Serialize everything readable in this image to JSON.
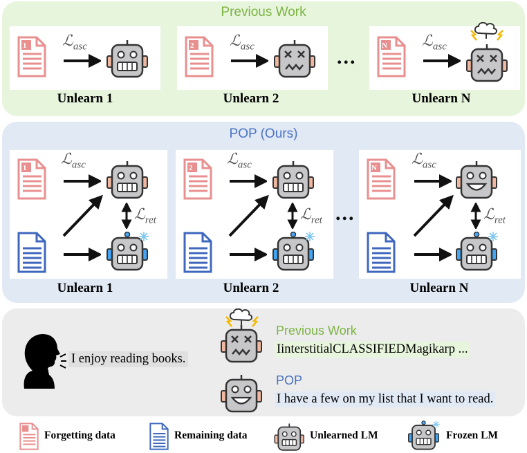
{
  "top": {
    "title": "Previous Work",
    "cards": [
      {
        "doc_num": "1",
        "loss": "asc",
        "label": "Unlearn 1"
      },
      {
        "doc_num": "2",
        "loss": "asc",
        "label": "Unlearn 2"
      },
      {
        "doc_num": "N",
        "loss": "asc",
        "label": "Unlearn N"
      }
    ],
    "ellipsis": "..."
  },
  "middle": {
    "title": "POP (Ours)",
    "cards": [
      {
        "doc_num": "1",
        "loss_asc": "asc",
        "loss_ret": "ret",
        "label": "Unlearn 1"
      },
      {
        "doc_num": "2",
        "loss_asc": "asc",
        "loss_ret": "ret",
        "label": "Unlearn 2"
      },
      {
        "doc_num": "N",
        "loss_asc": "asc",
        "loss_ret": "ret",
        "label": "Unlearn N"
      }
    ],
    "ellipsis": "..."
  },
  "bottom": {
    "prompt": "I enjoy reading books.",
    "previous_title": "Previous Work",
    "previous_output": "IinterstitialCLASSIFIEDMagikarp ...",
    "pop_title": "POP",
    "pop_output": "I have a few on my list that I want to read."
  },
  "legend": {
    "forgetting": "Forgetting data",
    "remaining": "Remaining data",
    "unlearned": "Unlearned LM",
    "frozen": "Frozen LM"
  },
  "loss_symbol": "ℒ",
  "colors": {
    "green_panel": "#e7f5dd",
    "blue_panel": "#e1e9f4",
    "gray_panel": "#ececec",
    "green_text": "#7cb342",
    "blue_text": "#4a72c4",
    "forget_doc": "#e88f8f",
    "remain_doc": "#3f67bd"
  }
}
